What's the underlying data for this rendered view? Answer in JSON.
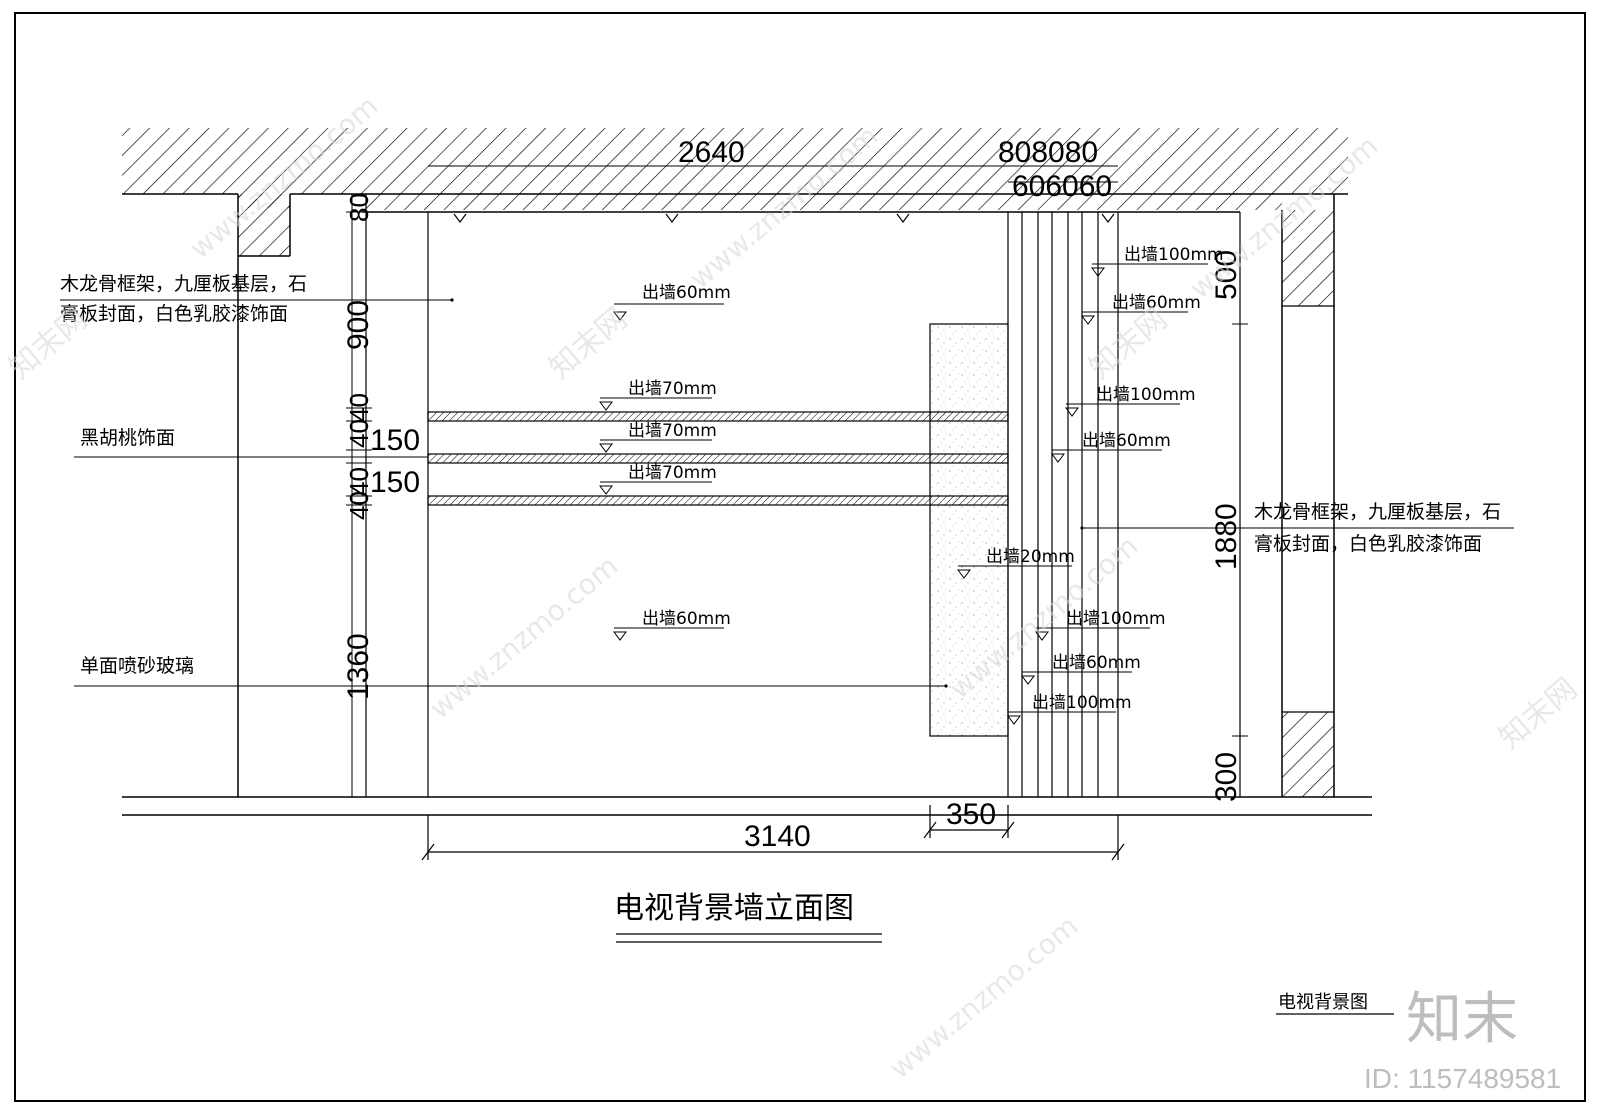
{
  "title": "电视背景墙立面图",
  "sheet_label": "电视背景图",
  "watermark": {
    "brand": "知末",
    "site": "www.znzmo.com",
    "site_cn": "知末网",
    "id_text": "ID: 1157489581"
  },
  "top_dims": {
    "main": "2640",
    "small_upper": "808080",
    "small_lower": "606060"
  },
  "left_dims": [
    "80",
    "900",
    "40",
    "40",
    "40",
    "40",
    "150",
    "150",
    "1360"
  ],
  "right_dims": [
    "500",
    "1880",
    "300"
  ],
  "bottom_dims": {
    "total": "3140",
    "offset": "350"
  },
  "callouts": {
    "left_top": [
      "木龙骨框架，九厘板基层，石",
      "膏板封面，白色乳胶漆饰面"
    ],
    "left_mid": "黑胡桃饰面",
    "left_bottom": "单面喷砂玻璃",
    "right": [
      "木龙骨框架，九厘板基层，石",
      "膏板封面，白色乳胶漆饰面"
    ]
  },
  "projections": [
    "出墙60mm",
    "出墙70mm",
    "出墙70mm",
    "出墙70mm",
    "出墙60mm",
    "出墙100mm",
    "出墙60mm",
    "出墙100mm",
    "出墙60mm",
    "出墙20mm",
    "出墙100mm",
    "出墙60mm",
    "出墙100mm"
  ]
}
